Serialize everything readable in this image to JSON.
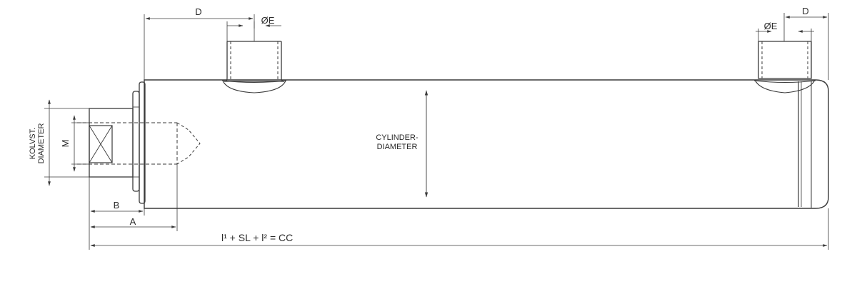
{
  "labels": {
    "dim_d_left": "D",
    "dim_d_right": "D",
    "port_left": "ØE",
    "port_right": "ØE",
    "cylinder_line1": "CYLINDER-",
    "cylinder_line2": "DIAMETER",
    "rod_line1": "KOLVST.",
    "rod_line2": "DIAMETER",
    "thread": "M",
    "dim_b": "B",
    "dim_a": "A",
    "formula": "l¹ + SL + l² = CC"
  },
  "colors": {
    "line": "#3a3a3a",
    "body_fill": "#ffffff"
  }
}
